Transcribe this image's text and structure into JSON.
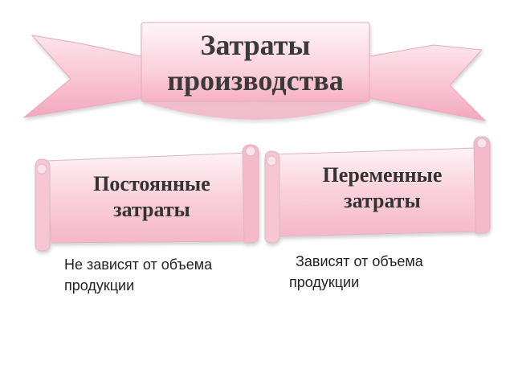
{
  "banner": {
    "title_line1": "Затраты",
    "title_line2": "производства"
  },
  "fixed_costs": {
    "label_line1": "Постоянные",
    "label_line2": "затраты",
    "desc_line1": "Не зависят от объема",
    "desc_line2": "продукции"
  },
  "variable_costs": {
    "label_line1": "Переменные",
    "label_line2": "затраты",
    "desc_line1": "Зависят от объема",
    "desc_line2": "продукции"
  },
  "colors": {
    "pink_light": "#fde4ec",
    "pink_mid": "#f7b9cc",
    "pink_dark": "#e79ab0",
    "outline": "#cfcfcf"
  }
}
